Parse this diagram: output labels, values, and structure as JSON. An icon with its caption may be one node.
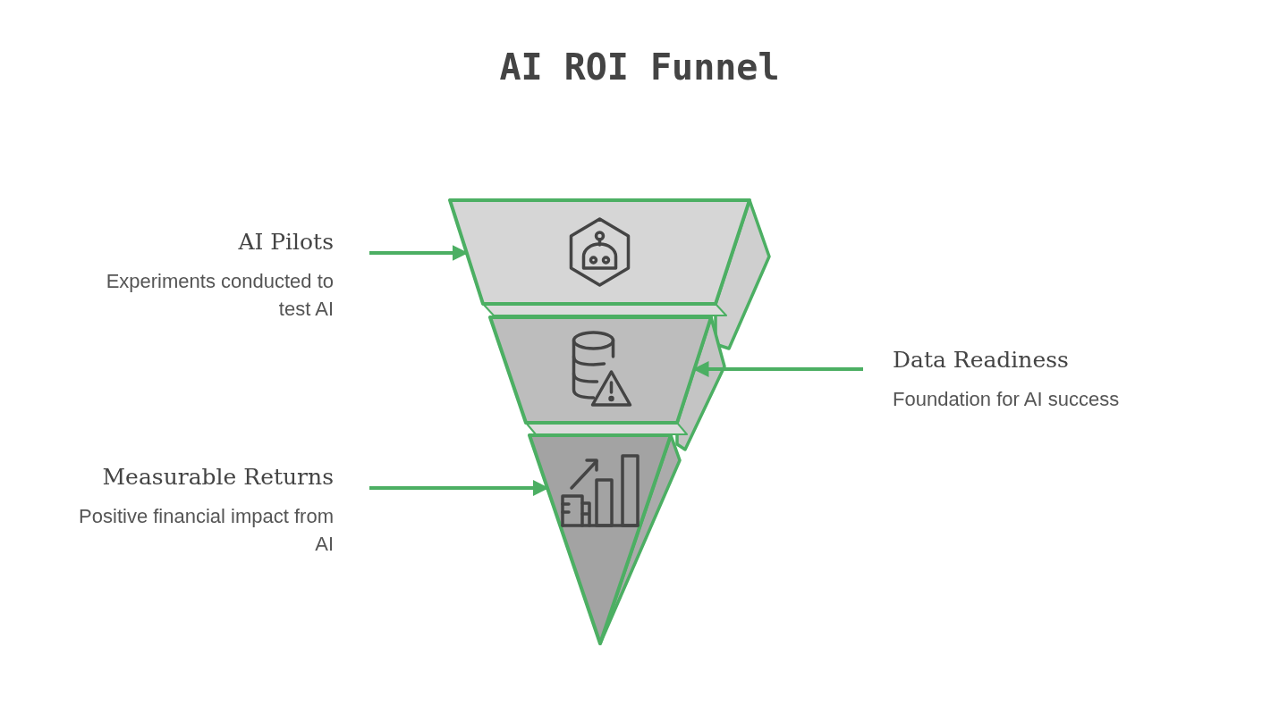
{
  "diagram": {
    "title": "AI ROI Funnel",
    "nodes": [
      {
        "text": [
          "AI Pilots",
          "Experiments conducted to test AI"
        ]
      },
      {
        "text": [
          "Data Readiness",
          "Foundation for AI success"
        ]
      },
      {
        "text": [
          "Measurable Returns",
          "Positive financial impact from AI"
        ]
      },
      {
        "text": [],
        "shape": "trapezoid"
      },
      {
        "text": [],
        "shape": "trapezoid"
      },
      {
        "text": [],
        "shape": "triangle"
      }
    ],
    "edges": [
      {
        "from": 0,
        "to": 3,
        "arrow": "to"
      },
      {
        "from": 1,
        "to": 4,
        "arrow": "to"
      },
      {
        "from": 2,
        "to": 5,
        "arrow": "to"
      }
    ]
  }
}
